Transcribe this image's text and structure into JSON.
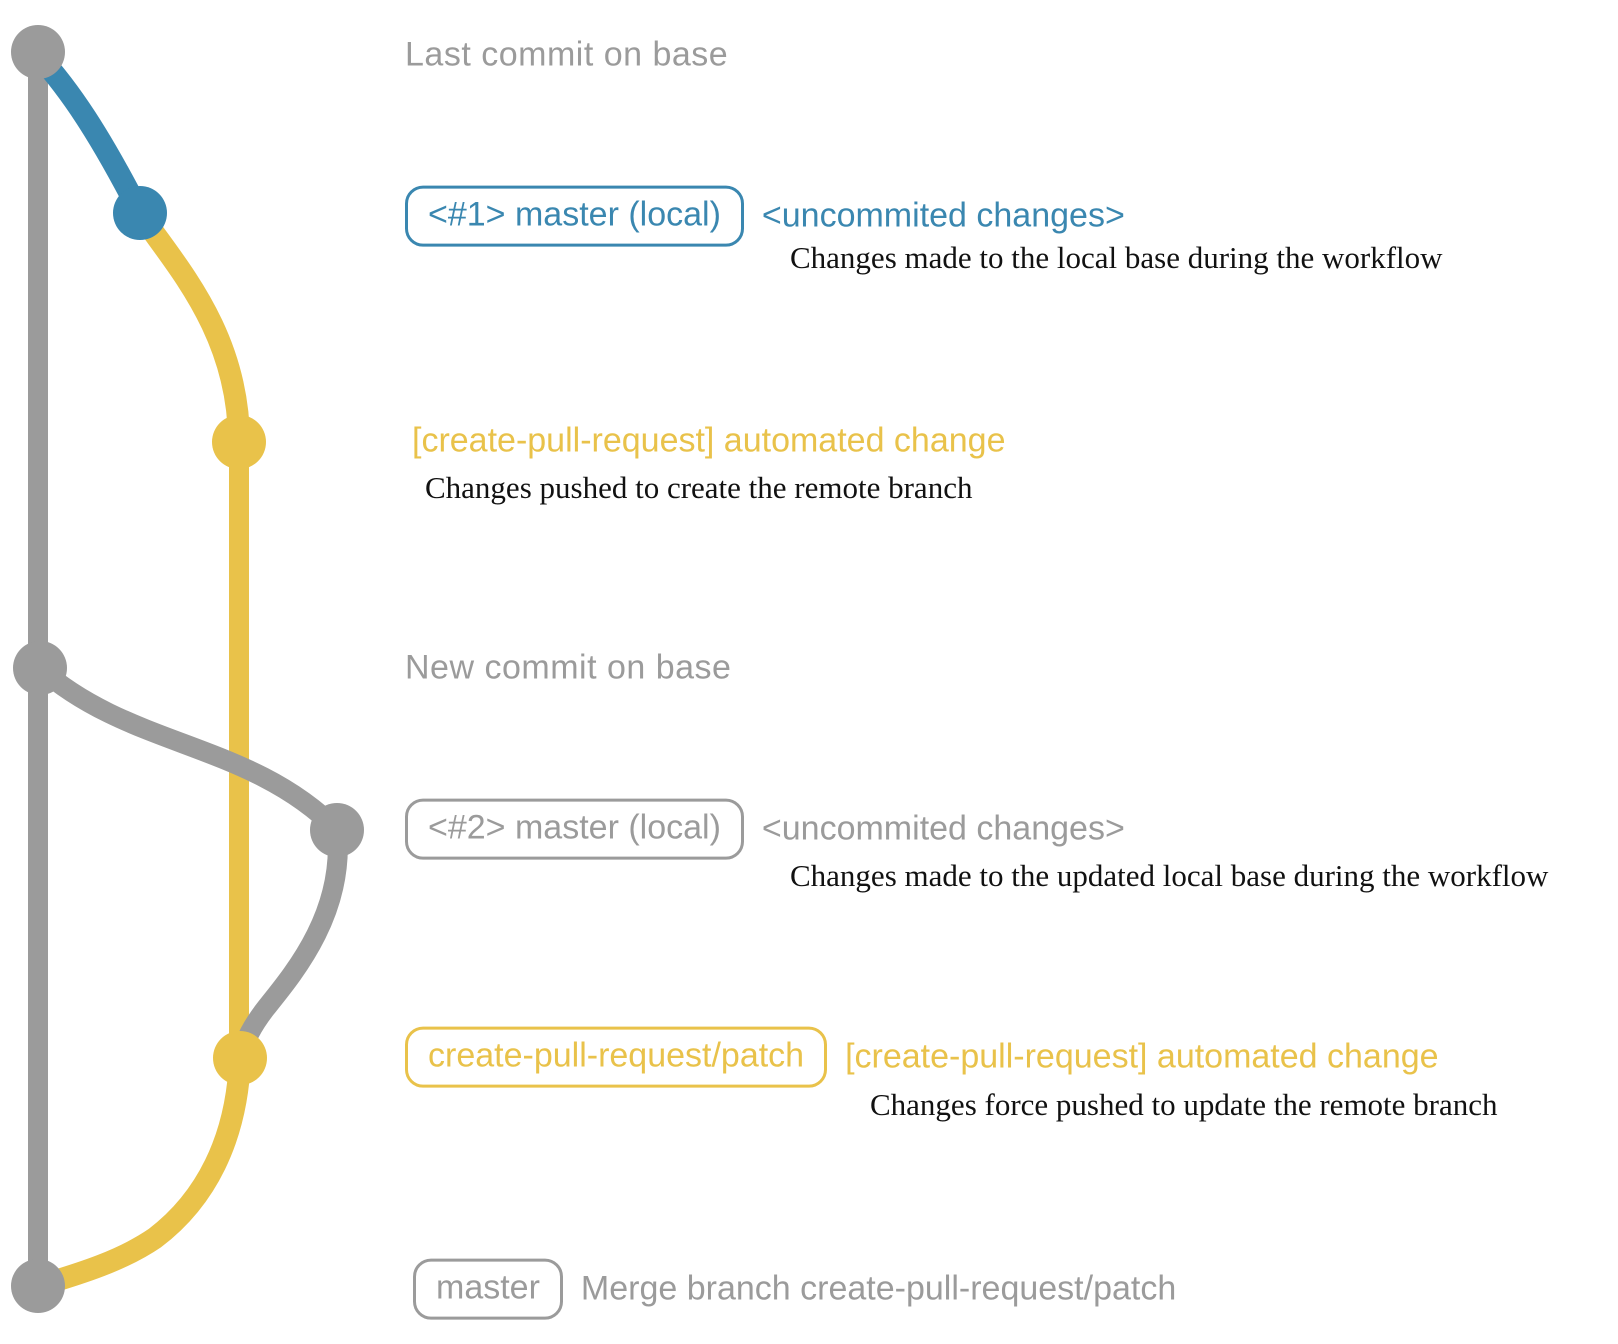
{
  "colors": {
    "gray": "#9b9b9b",
    "blue": "#3a87b0",
    "yellow": "#e9c24a",
    "ink": "#111111"
  },
  "annotations": {
    "row1": {
      "color": "gray",
      "title": "Last commit on base"
    },
    "row2": {
      "color": "blue",
      "badge": "<#1> master (local)",
      "headline": "<uncommited changes>",
      "description": "Changes made to the local base during the workflow"
    },
    "row3": {
      "color": "yellow",
      "headline": "[create-pull-request] automated change",
      "description": "Changes pushed to create the remote branch"
    },
    "row4": {
      "color": "gray",
      "title": "New commit on base"
    },
    "row5": {
      "color": "gray",
      "badge": "<#2> master (local)",
      "headline": "<uncommited changes>",
      "description": "Changes made to the updated local base during the workflow"
    },
    "row6": {
      "color": "yellow",
      "badge": "create-pull-request/patch",
      "headline": "[create-pull-request] automated change",
      "description": "Changes force pushed to update the remote branch"
    },
    "row7": {
      "color": "gray",
      "badge": "master",
      "headline": "Merge branch create-pull-request/patch"
    }
  },
  "graph": {
    "commits": [
      {
        "id": 1,
        "branch_color": "gray",
        "label_ref": "row1"
      },
      {
        "id": 2,
        "branch_color": "blue",
        "label_ref": "row2"
      },
      {
        "id": 3,
        "branch_color": "yellow",
        "label_ref": "row3"
      },
      {
        "id": 4,
        "branch_color": "gray",
        "label_ref": "row4"
      },
      {
        "id": 5,
        "branch_color": "gray",
        "label_ref": "row5"
      },
      {
        "id": 6,
        "branch_color": "yellow",
        "label_ref": "row6"
      },
      {
        "id": 7,
        "branch_color": "gray",
        "label_ref": "row7"
      }
    ]
  }
}
